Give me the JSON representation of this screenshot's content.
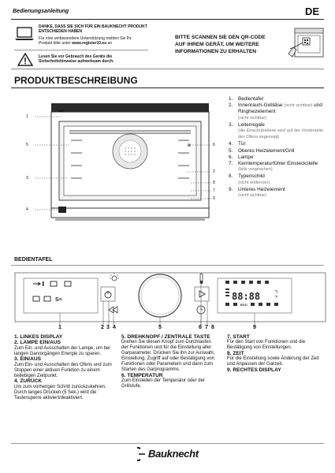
{
  "header": {
    "title": "Bedienungsanleitung",
    "lang": "DE"
  },
  "thanks": {
    "heading_line1": "DANKE, DASS SIE SICH FÜR EIN BAUKNECHT PRODUKT",
    "heading_line2": "ENTSCHIEDEN HABEN",
    "body_line1": "Für eine umfassendere Unterstützung melden Sie Ihr",
    "body_line2_pre": "Produkt bitte unter ",
    "url": "www.register10.eu",
    "body_line2_post": " an"
  },
  "warning": {
    "line1": "Lesen Sie vor Gebrauch des Geräts die",
    "line2": "Sicherheitshinweise aufmerksam durch."
  },
  "qr": {
    "line1": "BITTE SCANNEN SIE DEN QR-CODE",
    "line2": "AUF IHREM GERÄT, UM WEITERE",
    "line3": "INFORMATIONEN ZU ERHALTEN"
  },
  "section_title": "PRODUKTBESCHREIBUNG",
  "description": [
    {
      "num": "1.",
      "text": "Bedientafel",
      "note": ""
    },
    {
      "num": "2.",
      "text": "Innenraum-Gebläse",
      "note_inline": "(nicht sichtbar)",
      "text2": "und Ringheizelement",
      "note": "(nicht sichtbar)"
    },
    {
      "num": "3.",
      "text": "Leiterregale",
      "note": "(die Einschubebene wird auf der Vorderseite des Ofens angezeigt)"
    },
    {
      "num": "4.",
      "text": "Tür",
      "note": ""
    },
    {
      "num": "5.",
      "text": "Oberes Heizelement/Grill",
      "note": ""
    },
    {
      "num": "6.",
      "text": "Lampe",
      "note": ""
    },
    {
      "num": "7.",
      "text": "Kerntemperaturfühler Einsteckstelle",
      "note": "(falls vorgesehen)"
    },
    {
      "num": "8.",
      "text": "Typenschild",
      "note": "(nicht entfernen)"
    },
    {
      "num": "9.",
      "text": "Unteres Heizelement",
      "note": "(nicht sichtbar)"
    }
  ],
  "callouts_left": [
    "1",
    "5",
    "3",
    "4"
  ],
  "callouts_right": [
    "6",
    "2",
    "8",
    "7",
    "9"
  ],
  "panel_title": "BEDIENTAFEL",
  "panel": {
    "display_value": "88:88",
    "unit_c": "°C",
    "unit_f": "°F",
    "eco": "ECO"
  },
  "panel_numbers": [
    "1",
    "2",
    "3",
    "4",
    "5",
    "6",
    "7",
    "8",
    "9"
  ],
  "controls": {
    "c1": {
      "title": "1. LINKES DISPLAY",
      "body": ""
    },
    "c2": {
      "title": "2. LAMPE EIN/AUS",
      "body": "Zum Ein- und Ausschalten der Lampe, um bei langen Garvorgängen Energie zu sparen."
    },
    "c3": {
      "title": "3. EIN/AUS",
      "body": "Zum Ein- und Ausschalten des Ofens und zum Stoppen einer aktiven Funktion zu einem beliebigen Zeitpunkt."
    },
    "c4": {
      "title": "4. ZURÜCK",
      "body": "Um zum vorherigen Schritt zurückzukehren. Durch langes Drücken (5 Sek.) wird die Tastensperre aktiviert/deaktiviert."
    },
    "c5": {
      "title": "5. DREHKNOPF / ZENTRALE TASTE",
      "body": "Drehen Sie diesen Knopf zum Durchlaufen der Funktionen und für die Einstellung aller Garparameter. Drücken Sie ihn zur Auswahl, Einstellung, Zugriff auf oder Bestätigung von Funktionen oder Parametern und dann zum Starten des Garprogramms."
    },
    "c6": {
      "title": "6. TEMPERATUR",
      "body": "Zum Einstellen der Temperatur oder der Grillstufe."
    },
    "c7": {
      "title": "7. START",
      "body": "Für den Start von Funktionen und die Bestätigung von Einstellungen."
    },
    "c8": {
      "title": "8. ZEIT",
      "body": "Für die Einstellung sowie Änderung der Zeit und Anpassen der Garzeit."
    },
    "c9": {
      "title": "9. RECHTES DISPLAY",
      "body": ""
    }
  },
  "footer": {
    "brand": "Bauknecht"
  }
}
